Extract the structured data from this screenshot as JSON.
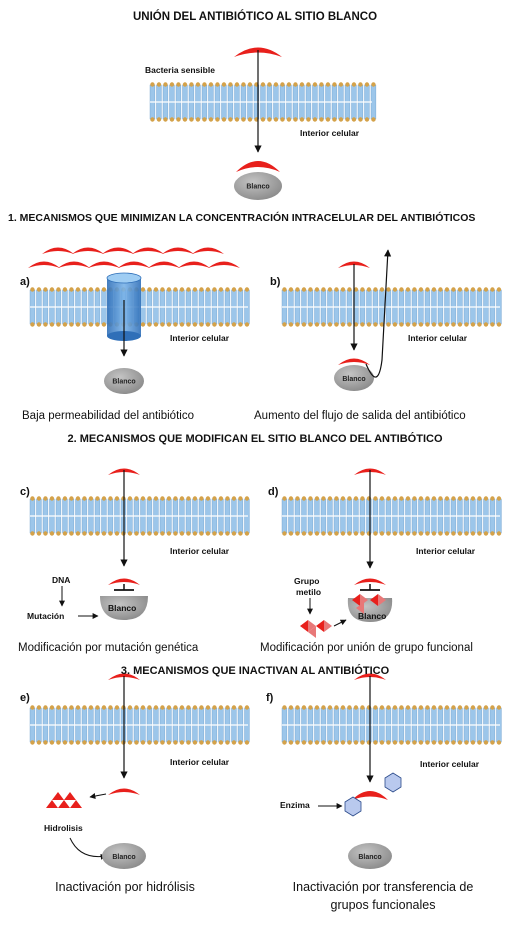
{
  "title": "UNIÓN DEL ANTIBIÓTICO AL SITIO BLANCO",
  "top": {
    "bacteria_label": "Bacteria sensible",
    "interior_label": "Interior celular",
    "target_label": "Blanco"
  },
  "section1": {
    "heading": "1. MECANISMOS QUE MINIMIZAN LA CONCENTRACIÓN INTRACELULAR DEL ANTIBIÓTICOS",
    "panel_a": {
      "letter": "a)",
      "interior_label": "Interior celular",
      "target_label": "Blanco",
      "caption": "Baja permeabilidad del antibiótico"
    },
    "panel_b": {
      "letter": "b)",
      "interior_label": "Interior celular",
      "target_label": "Blanco",
      "caption": "Aumento del flujo de salida del antibiótico"
    }
  },
  "section2": {
    "heading": "2. MECANISMOS QUE MODIFICAN EL SITIO BLANCO DEL ANTIBÓTICO",
    "panel_c": {
      "letter": "c)",
      "interior_label": "Interior celular",
      "dna_label": "DNA",
      "mutation_label": "Mutación",
      "target_label": "Blanco",
      "caption": "Modificación por mutación genética"
    },
    "panel_d": {
      "letter": "d)",
      "interior_label": "Interior celular",
      "group_label_1": "Grupo",
      "group_label_2": "metilo",
      "target_label": "Blanco",
      "caption": "Modificación por unión de grupo funcional"
    }
  },
  "section3": {
    "heading": "3. MECANISMOS QUE INACTIVAN AL ANTIBIÓTICO",
    "panel_e": {
      "letter": "e)",
      "interior_label": "Interior celular",
      "hydrolysis_label": "Hidrolisis",
      "target_label": "Blanco",
      "caption": "Inactivación  por hidrólisis"
    },
    "panel_f": {
      "letter": "f)",
      "interior_label": "Interior celular",
      "enzyme_label": "Enzima",
      "target_label": "Blanco",
      "caption_line1": "Inactivación por transferencia de",
      "caption_line2": "grupos funcionales"
    }
  },
  "colors": {
    "antibiotic": "#e8201c",
    "membrane_blue": "#9cc6ea",
    "membrane_head": "#d4a24a",
    "target_gray": "#9a9a9a",
    "porin_blue": "#3d7fc8",
    "enzyme_hex": "#b9c9ee"
  }
}
